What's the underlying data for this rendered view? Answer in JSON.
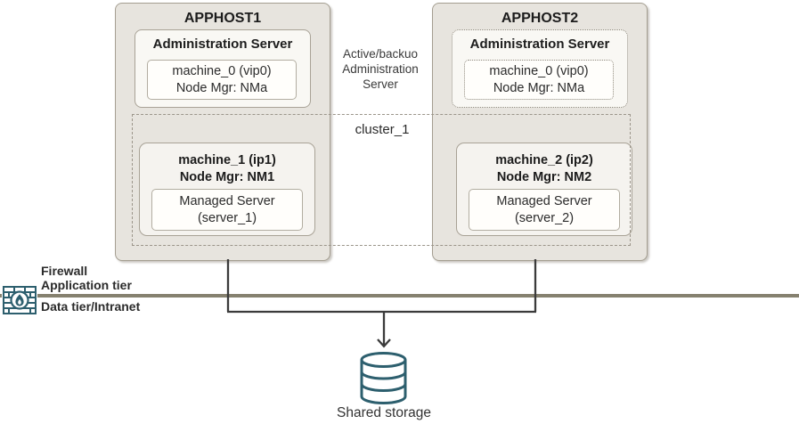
{
  "hosts": {
    "host1": {
      "title": "APPHOST1",
      "admin_title": "Administration Server",
      "admin_machine_line1": "machine_0 (vip0)",
      "admin_machine_line2": "Node Mgr: NMa",
      "machine_line1": "machine_1 (ip1)",
      "machine_line2": "Node Mgr: NM1",
      "managed_line1": "Managed Server",
      "managed_line2": "(server_1)"
    },
    "host2": {
      "title": "APPHOST2",
      "admin_title": "Administration Server",
      "admin_machine_line1": "machine_0 (vip0)",
      "admin_machine_line2": "Node Mgr: NMa",
      "machine_line1": "machine_2 (ip2)",
      "machine_line2": "Node Mgr: NM2",
      "managed_line1": "Managed Server",
      "managed_line2": "(server_2)"
    }
  },
  "annotations": {
    "admin_note_line1": "Active/backuo",
    "admin_note_line2": "Administration",
    "admin_note_line3": "Server",
    "cluster_label": "cluster_1"
  },
  "firewall": {
    "label": "Firewall",
    "tier_above": "Application tier",
    "tier_below": "Data tier/Intranet"
  },
  "storage": {
    "label": "Shared storage"
  },
  "icons": {
    "firewall": "firewall-brick-flame-icon",
    "storage": "database-cylinder-icon",
    "arrow": "arrow-down-icon"
  },
  "colors": {
    "host_fill": "#e7e4de",
    "host_border": "#a49e91",
    "panel_fill": "#f9f8f4",
    "white_fill": "#fffefb",
    "cluster_dash": "#9b958a",
    "firewall_line": "#86816f",
    "connector": "#3b3b3b",
    "accent_teal": "#2d5f6e",
    "text_dark": "#1c1c1c"
  }
}
